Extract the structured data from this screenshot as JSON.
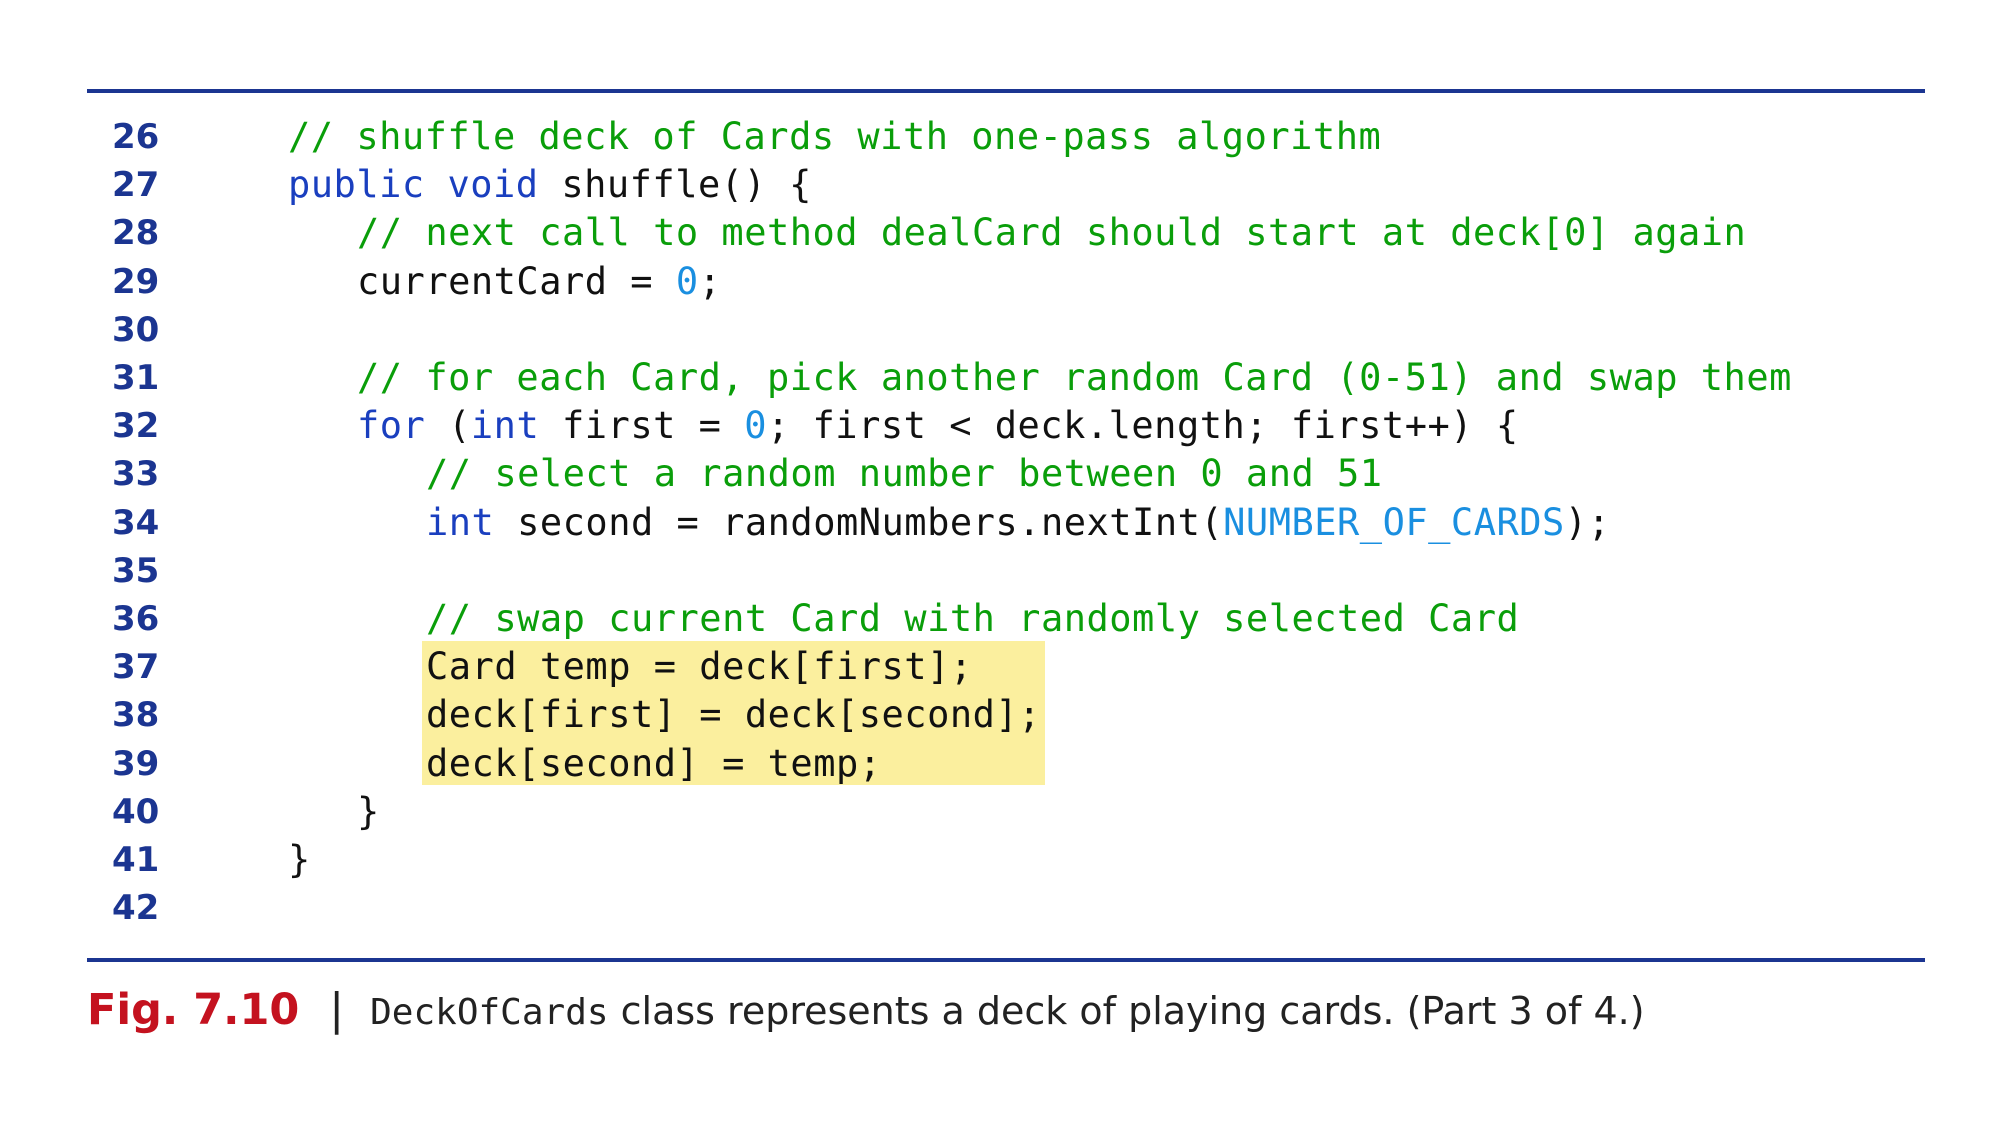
{
  "colors": {
    "rule": "#1b3591",
    "line_number": "#1b3591",
    "comment": "#0a9e0a",
    "keyword": "#1a3fbf",
    "literal": "#1a8fe0",
    "highlight": "#fbef9e",
    "fig_label": "#c4121f"
  },
  "code": {
    "lines": [
      {
        "num": "26",
        "indent": 1,
        "tokens": [
          {
            "t": "// shuffle deck of Cards with one-pass algorithm",
            "c": "cm"
          }
        ]
      },
      {
        "num": "27",
        "indent": 1,
        "tokens": [
          {
            "t": "public",
            "c": "kw"
          },
          {
            "t": " ",
            "c": "pl"
          },
          {
            "t": "void",
            "c": "kw"
          },
          {
            "t": " shuffle() {",
            "c": "pl"
          }
        ]
      },
      {
        "num": "28",
        "indent": 2,
        "tokens": [
          {
            "t": "// next call to method dealCard should start at deck[0] again",
            "c": "cm"
          }
        ]
      },
      {
        "num": "29",
        "indent": 2,
        "tokens": [
          {
            "t": "currentCard = ",
            "c": "pl"
          },
          {
            "t": "0",
            "c": "num"
          },
          {
            "t": ";",
            "c": "pl"
          }
        ]
      },
      {
        "num": "30",
        "indent": 0,
        "tokens": []
      },
      {
        "num": "31",
        "indent": 2,
        "tokens": [
          {
            "t": "// for each Card, pick another random Card (0-51) and swap them",
            "c": "cm"
          }
        ]
      },
      {
        "num": "32",
        "indent": 2,
        "tokens": [
          {
            "t": "for",
            "c": "kw"
          },
          {
            "t": " (",
            "c": "pl"
          },
          {
            "t": "int",
            "c": "kw"
          },
          {
            "t": " first = ",
            "c": "pl"
          },
          {
            "t": "0",
            "c": "num"
          },
          {
            "t": "; first < deck.length; first++) {",
            "c": "pl"
          }
        ]
      },
      {
        "num": "33",
        "indent": 3,
        "tokens": [
          {
            "t": "// select a random number between 0 and 51",
            "c": "cm"
          }
        ]
      },
      {
        "num": "34",
        "indent": 3,
        "tokens": [
          {
            "t": "int",
            "c": "kw"
          },
          {
            "t": " second = randomNumbers.nextInt(",
            "c": "pl"
          },
          {
            "t": "NUMBER_OF_CARDS",
            "c": "cst"
          },
          {
            "t": ");",
            "c": "pl"
          }
        ]
      },
      {
        "num": "35",
        "indent": 0,
        "tokens": []
      },
      {
        "num": "36",
        "indent": 3,
        "tokens": [
          {
            "t": "// swap current Card with randomly selected Card",
            "c": "cm"
          }
        ]
      },
      {
        "num": "37",
        "indent": 3,
        "tokens": [
          {
            "t": "Card temp = deck[first];",
            "c": "pl"
          }
        ]
      },
      {
        "num": "38",
        "indent": 3,
        "tokens": [
          {
            "t": "deck[first] = deck[second];",
            "c": "pl"
          }
        ]
      },
      {
        "num": "39",
        "indent": 3,
        "tokens": [
          {
            "t": "deck[second] = temp;",
            "c": "pl"
          }
        ]
      },
      {
        "num": "40",
        "indent": 2,
        "tokens": [
          {
            "t": "}",
            "c": "pl"
          }
        ]
      },
      {
        "num": "41",
        "indent": 1,
        "tokens": [
          {
            "t": "}",
            "c": "pl"
          }
        ]
      },
      {
        "num": "42",
        "indent": 0,
        "tokens": []
      }
    ]
  },
  "caption": {
    "fig_label": "Fig. 7.10",
    "separator": "|",
    "class_name": "DeckOfCards",
    "text": " class represents a deck of playing cards. (Part 3 of 4.)"
  }
}
